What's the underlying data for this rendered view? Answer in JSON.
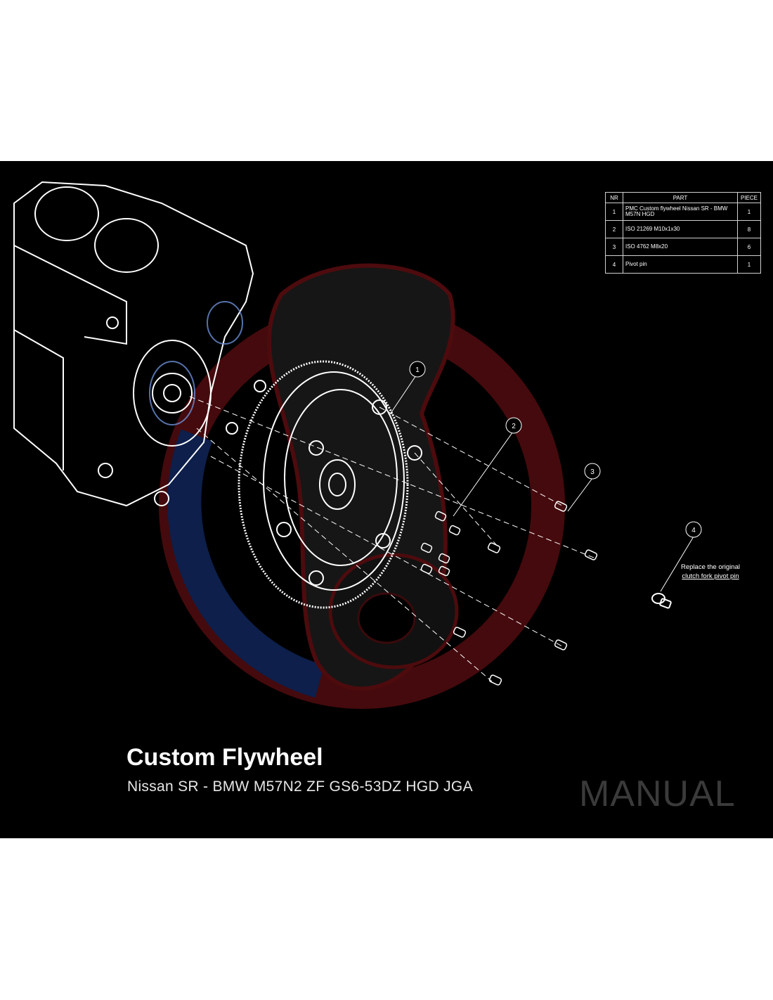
{
  "table": {
    "headers": {
      "nr": "NR",
      "part": "PART",
      "piece": "PIECE"
    },
    "rows": [
      {
        "nr": "1",
        "part": "PMC Custom flywheel Nissan SR - BMW M57N HGD",
        "piece": "1"
      },
      {
        "nr": "2",
        "part": "ISO 21269 M10x1x30",
        "piece": "8"
      },
      {
        "nr": "3",
        "part": "ISO 4762 M8x20",
        "piece": "6"
      },
      {
        "nr": "4",
        "part": "Pivot pin",
        "piece": "1"
      }
    ]
  },
  "callouts": [
    "1",
    "2",
    "3",
    "4"
  ],
  "note": {
    "line1": "Replace the original",
    "line2": "clutch fork pivot pin"
  },
  "title": "Custom Flywheel",
  "subtitle": "Nissan SR - BMW M57N2 ZF GS6-53DZ HGD JGA",
  "manual_label": "MANUAL",
  "colors": {
    "background": "#000000",
    "page": "#ffffff",
    "watermark_red": "#5a0d10",
    "watermark_blue": "#0d1f4a",
    "line": "#ffffff",
    "manual_text": "#3a3a3a"
  }
}
